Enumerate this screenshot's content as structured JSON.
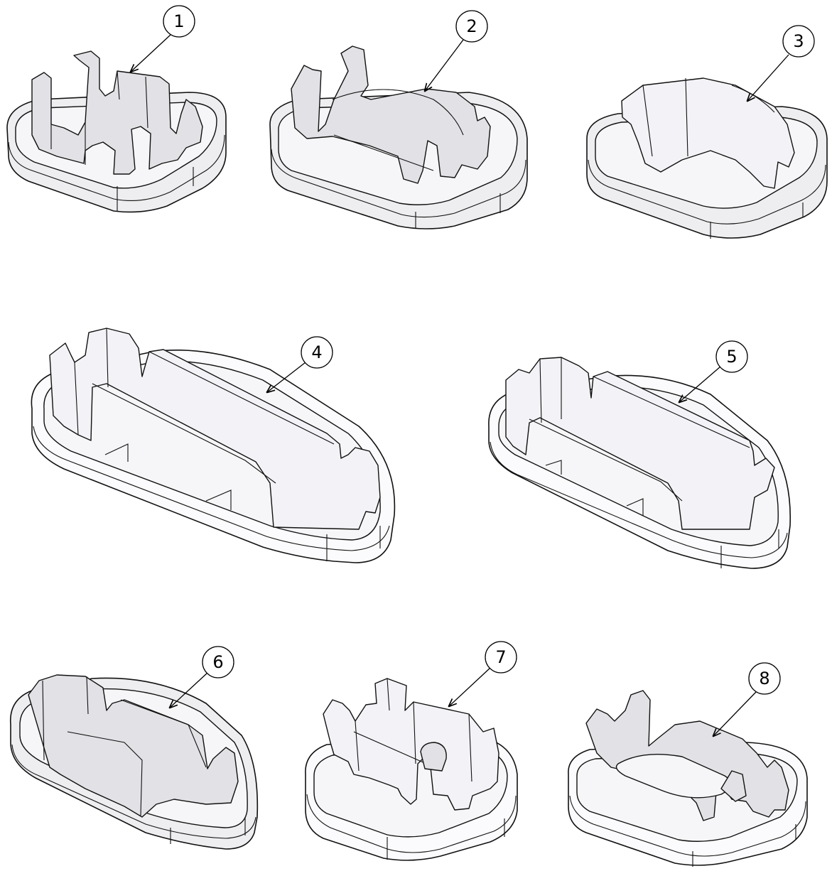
{
  "balloons": {
    "b1": "1",
    "b2": "2",
    "b3": "3",
    "b4": "4",
    "b5": "5",
    "b6": "6",
    "b7": "7",
    "b8": "8"
  }
}
